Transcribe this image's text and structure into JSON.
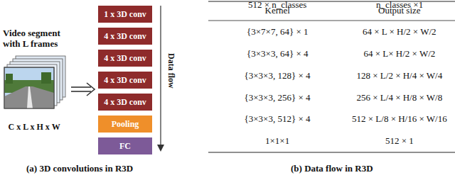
{
  "diagram": {
    "nodes": [
      {
        "text": [
          "1 x 3D conv"
        ]
      },
      {
        "text": [
          "4 x 3D conv"
        ]
      },
      {
        "text": [
          "4 x 3D conv"
        ]
      },
      {
        "text": [
          "4 x 3D conv"
        ]
      },
      {
        "text": [
          "4 x 3D conv"
        ]
      },
      {
        "text": [
          "Pooling"
        ]
      },
      {
        "text": [
          "FC"
        ]
      }
    ],
    "labels": [
      "Video segment with L frames",
      "C x L x H x W",
      "Data flow",
      "(a) 3D convolutions in R3D",
      "Kernel",
      "Output size",
      "{3×7×7, 64} × 1",
      "64 × L × H/2 × W/2",
      "{3×3×3, 64} × 4",
      "64 × L× H/2 × W/2",
      "{3×3×3, 128} × 4",
      "128 × L/2 × H/4 × W/4",
      "{3×3×3, 256} × 4",
      "256 × L/4 × H/8 × W/8",
      "{3×3×3, 512} × 4",
      "512 × L/8 × H/16 × W/16",
      "1×1×1",
      "512 × 1",
      "512 × n_classes",
      "n_classes ×1",
      "(b) Data flow in R3D"
    ]
  }
}
